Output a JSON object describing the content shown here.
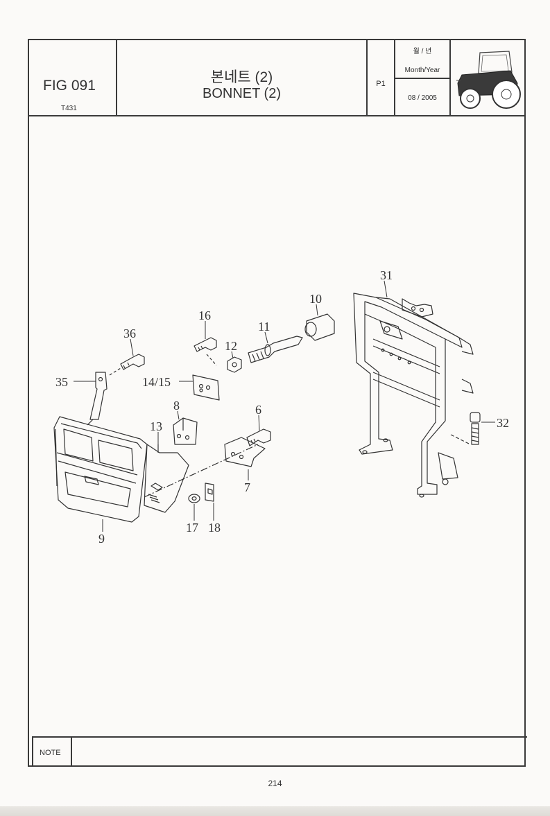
{
  "header": {
    "fig_number": "FIG 091",
    "model": "T431",
    "title_korean": "본네트 (2)",
    "title_english": "BONNET (2)",
    "page_label": "P1",
    "date_label_korean": "월 / 년",
    "date_label_english": "Month/Year",
    "date_value": "08 / 2005"
  },
  "diagram": {
    "callouts": [
      "31",
      "10",
      "16",
      "11",
      "36",
      "12",
      "35",
      "14/15",
      "8",
      "6",
      "32",
      "13",
      "7",
      "17",
      "18",
      "9"
    ]
  },
  "footer": {
    "note_label": "NOTE",
    "note_text": "",
    "page_number": "214"
  }
}
